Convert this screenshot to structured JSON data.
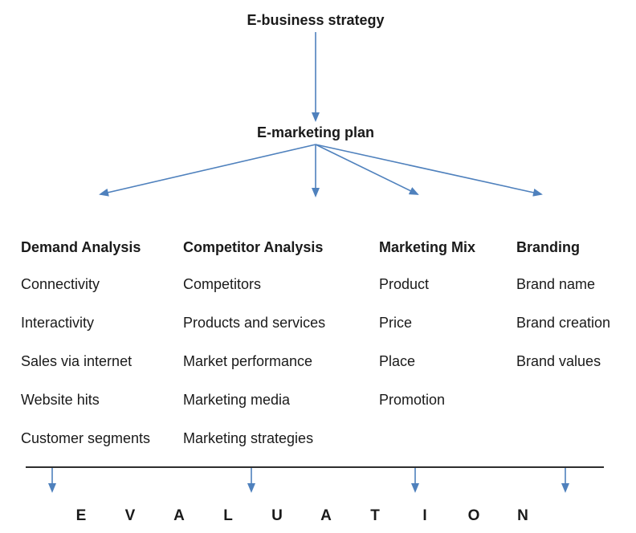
{
  "root": {
    "label": "E-business strategy"
  },
  "plan": {
    "label": "E-marketing plan"
  },
  "columns": [
    {
      "heading": "Demand Analysis",
      "items": [
        "Connectivity",
        "Interactivity",
        "Sales via internet",
        "Website hits",
        "Customer segments"
      ]
    },
    {
      "heading": "Competitor Analysis",
      "items": [
        "Competitors",
        "Products and services",
        "Market performance",
        "Marketing media",
        "Marketing strategies"
      ]
    },
    {
      "heading": "Marketing Mix",
      "items": [
        "Product",
        "Price",
        "Place",
        "Promotion"
      ]
    },
    {
      "heading": "Branding",
      "items": [
        "Brand name",
        "Brand creation",
        "Brand values"
      ]
    }
  ],
  "evaluation": {
    "letters": [
      "E",
      "V",
      "A",
      "L",
      "U",
      "A",
      "T",
      "I",
      "O",
      "N"
    ]
  },
  "colors": {
    "arrow": "#4f81bd",
    "line": "#111111",
    "text": "#1a1a1a"
  }
}
